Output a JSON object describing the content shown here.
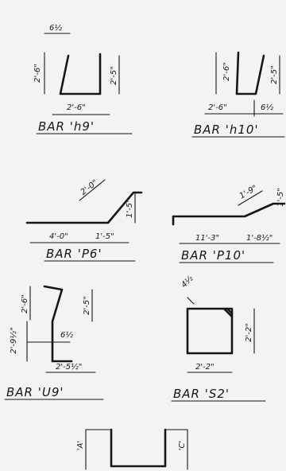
{
  "bars": {
    "h9": {
      "title": "BAR 'h9'",
      "dims": {
        "top": "6½",
        "left": "2'-6\"",
        "right": "2'-5\"",
        "bottom": "2'-6\""
      }
    },
    "h10": {
      "title": "BAR 'h10'",
      "dims": {
        "left": "2'-6\"",
        "right": "2'-5\"",
        "bottom_left": "2'-6\"",
        "bottom_right": "6½"
      }
    },
    "p6": {
      "title": "BAR 'P6'",
      "dims": {
        "slope": "2'-0\"",
        "rise": "1'-5\"",
        "run": "4'-0\"",
        "offset": "1'-5\""
      }
    },
    "p10": {
      "title": "BAR 'P10'",
      "dims": {
        "slope": "1'-9\"",
        "rise": "1'-5\"",
        "run": "11'-3\"",
        "offset": "1'-8½\""
      }
    },
    "u9": {
      "title": "BAR 'U9'",
      "dims": {
        "upper_left": "2'-6\"",
        "upper_right": "2'-5\"",
        "lower_left": "2'-9½\"",
        "offset": "6½",
        "bottom": "2'-5½\""
      }
    },
    "s2": {
      "title": "BAR 'S2'",
      "dims": {
        "hook": "4½",
        "side": "2'-2\"",
        "bottom": "2'-2\""
      }
    },
    "u": {
      "dims": {
        "left": "'A'",
        "right": "'C'"
      }
    }
  }
}
